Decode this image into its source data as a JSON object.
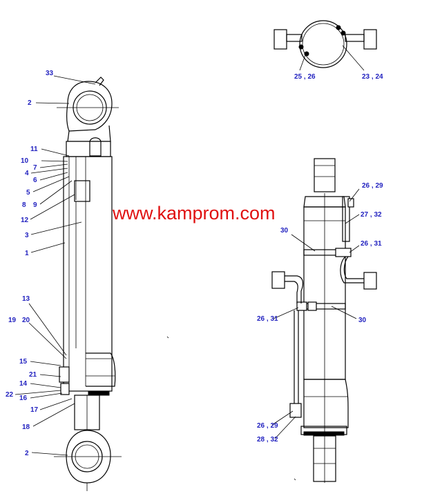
{
  "watermark": "www.kamprom.com",
  "labels": [
    {
      "id": "33",
      "text": "33"
    },
    {
      "id": "2a",
      "text": "2"
    },
    {
      "id": "11",
      "text": "11"
    },
    {
      "id": "10",
      "text": "10"
    },
    {
      "id": "7",
      "text": "7"
    },
    {
      "id": "4",
      "text": "4"
    },
    {
      "id": "6",
      "text": "6"
    },
    {
      "id": "5",
      "text": "5"
    },
    {
      "id": "8",
      "text": "8"
    },
    {
      "id": "9",
      "text": "9"
    },
    {
      "id": "12",
      "text": "12"
    },
    {
      "id": "3",
      "text": "3"
    },
    {
      "id": "1",
      "text": "1"
    },
    {
      "id": "13",
      "text": "13"
    },
    {
      "id": "19",
      "text": "19"
    },
    {
      "id": "20",
      "text": "20"
    },
    {
      "id": "15",
      "text": "15"
    },
    {
      "id": "21",
      "text": "21"
    },
    {
      "id": "14",
      "text": "14"
    },
    {
      "id": "22",
      "text": "22"
    },
    {
      "id": "16",
      "text": "16"
    },
    {
      "id": "17",
      "text": "17"
    },
    {
      "id": "18",
      "text": "18"
    },
    {
      "id": "2b",
      "text": "2"
    },
    {
      "id": "25-26",
      "text": "25 , 26"
    },
    {
      "id": "23-24",
      "text": "23 , 24"
    },
    {
      "id": "26-29a",
      "text": "26 , 29"
    },
    {
      "id": "27-32",
      "text": "27 , 32"
    },
    {
      "id": "30a",
      "text": "30"
    },
    {
      "id": "26-31a",
      "text": "26 , 31"
    },
    {
      "id": "26-31b",
      "text": "26 , 31"
    },
    {
      "id": "30b",
      "text": "30"
    },
    {
      "id": "26-29b",
      "text": "26 , 29"
    },
    {
      "id": "28-32",
      "text": "28 , 32"
    }
  ]
}
